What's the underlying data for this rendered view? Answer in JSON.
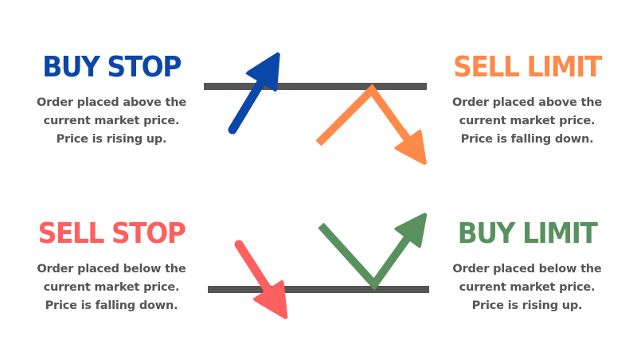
{
  "colors": {
    "buy_stop": "#0a47a9",
    "sell_limit": "#fe8a4a",
    "sell_stop": "#fe5f5f",
    "buy_limit": "#58915e",
    "price_line": "#555555",
    "text": "#555555"
  },
  "panels": [
    {
      "id": "buy-stop",
      "title": "BUY STOP",
      "lines": [
        "Order placed above the",
        "current market price.",
        "Price is rising up."
      ]
    },
    {
      "id": "sell-limit",
      "title": "SELL LIMIT",
      "lines": [
        "Order placed above the",
        "current market price.",
        "Price is falling down."
      ]
    },
    {
      "id": "sell-stop",
      "title": "SELL STOP",
      "lines": [
        "Order placed below the",
        "current market price.",
        "Price is falling down."
      ]
    },
    {
      "id": "buy-limit",
      "title": "BUY LIMIT",
      "lines": [
        "Order placed below the",
        "current market price.",
        "Price is rising up."
      ]
    }
  ]
}
